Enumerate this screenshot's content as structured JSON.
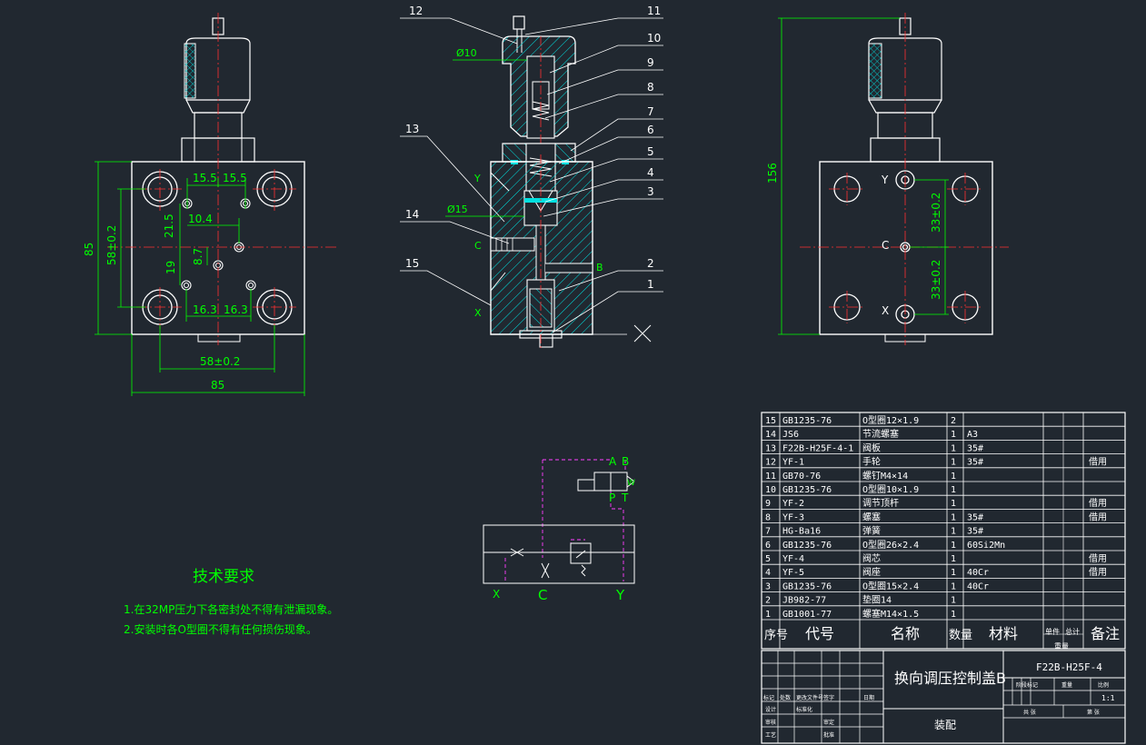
{
  "front_view": {
    "dims": {
      "top_left": "15.5",
      "top_right": "15.5",
      "mid": "10.4",
      "vert_a": "21.5",
      "vert_b": "8.7",
      "vert_c": "19",
      "bottom_left": "16.3",
      "bottom_right": "16.3",
      "side_height": "85",
      "side_inner": "58±0.2",
      "bottom_inner": "58±0.2",
      "bottom_width": "85"
    }
  },
  "section_view": {
    "balloons": [
      "1",
      "2",
      "3",
      "4",
      "5",
      "6",
      "7",
      "8",
      "9",
      "10",
      "11",
      "12",
      "13",
      "14",
      "15"
    ],
    "dims": {
      "dia10": "Ø10",
      "dia15": "Ø15"
    },
    "port_labels": {
      "y": "Y",
      "c": "C",
      "b": "B",
      "x": "X"
    }
  },
  "side_view": {
    "dims": {
      "height": "156",
      "upper": "33±0.2",
      "lower": "33±0.2"
    },
    "port_labels": {
      "y": "Y",
      "c": "C",
      "x": "X"
    }
  },
  "schematic": {
    "labels": {
      "a": "A",
      "b": "B",
      "p": "P",
      "t": "T",
      "w": "W",
      "x": "X",
      "c": "C",
      "y": "Y"
    }
  },
  "tech": {
    "title": "技术要求",
    "notes": [
      "1.在32MP压力下各密封处不得有泄漏现象。",
      "2.安装时各O型圈不得有任何损伤现象。"
    ]
  },
  "bom": {
    "rows": [
      [
        "15",
        "GB1235-76",
        "O型圈12×1.9",
        "2",
        "",
        ""
      ],
      [
        "14",
        "JS6",
        "节流螺塞",
        "1",
        "A3",
        ""
      ],
      [
        "13",
        "F22B-H25F-4-1",
        "阀板",
        "1",
        "35#",
        ""
      ],
      [
        "12",
        "YF-1",
        "手轮",
        "1",
        "35#",
        "借用"
      ],
      [
        "11",
        "GB70-76",
        "螺钉M4×14",
        "1",
        "",
        ""
      ],
      [
        "10",
        "GB1235-76",
        "O型圈10×1.9",
        "1",
        "",
        ""
      ],
      [
        "9",
        "YF-2",
        "调节顶杆",
        "1",
        "",
        "借用"
      ],
      [
        "8",
        "YF-3",
        "螺塞",
        "1",
        "35#",
        "借用"
      ],
      [
        "7",
        "HG-Ba16",
        "弹簧",
        "1",
        "35#",
        ""
      ],
      [
        "6",
        "GB1235-76",
        "O型圈26×2.4",
        "1",
        "60Si2Mn",
        ""
      ],
      [
        "5",
        "YF-4",
        "阀芯",
        "1",
        "",
        "借用"
      ],
      [
        "4",
        "YF-5",
        "阀座",
        "1",
        "40Cr",
        "借用"
      ],
      [
        "3",
        "GB1235-76",
        "O型圈15×2.4",
        "1",
        "40Cr",
        ""
      ],
      [
        "2",
        "JB982-77",
        "垫圈14",
        "1",
        "",
        ""
      ],
      [
        "1",
        "GB1001-77",
        "螺塞M14×1.5",
        "1",
        "",
        ""
      ]
    ],
    "header": {
      "seq": "序号",
      "code": "代号",
      "name": "名称",
      "qty": "数量",
      "material": "材料",
      "single": "单件",
      "total": "总计",
      "weight": "重量",
      "remark": "备注"
    }
  },
  "title_block": {
    "drawing_title": "换向调压控制盖B",
    "drawing_no": "F22B-H25F-4",
    "kind": "装配",
    "scale": "1:1",
    "small": {
      "stage": "阶段标记",
      "weight": "重量",
      "ratio": "比例",
      "sheets_total": "共 张",
      "sheet": "第 张",
      "mark": "标记",
      "count": "处数",
      "doc": "更改文件号",
      "sign": "签字",
      "date": "日期",
      "design": "设计",
      "standard": "标准化",
      "check": "审核",
      "process": "工艺",
      "review": "审定",
      "approve": "批准"
    }
  }
}
